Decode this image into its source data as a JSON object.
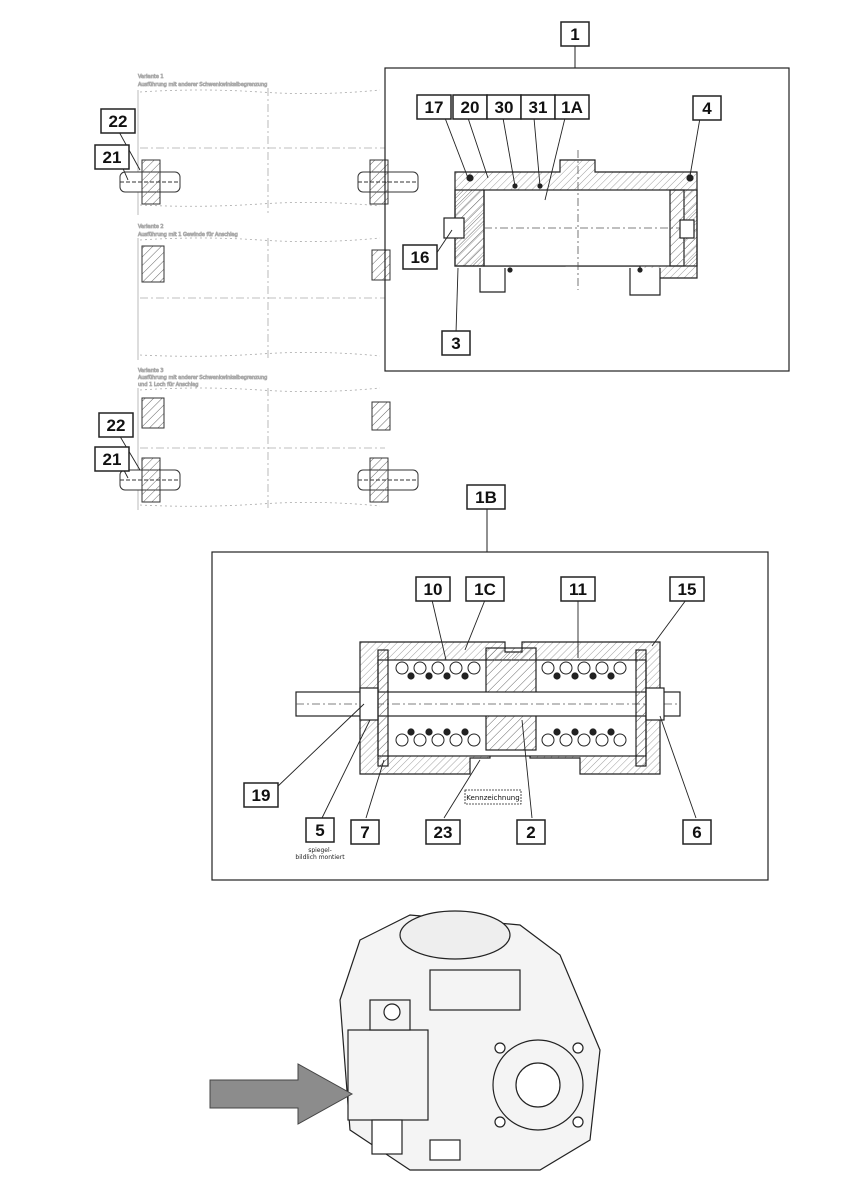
{
  "callouts": {
    "c1": "1",
    "c17": "17",
    "c20": "20",
    "c30": "30",
    "c31": "31",
    "c1A": "1A",
    "c4": "4",
    "c16": "16",
    "c3": "3",
    "c22a": "22",
    "c21a": "21",
    "c22b": "22",
    "c21b": "21",
    "c1B": "1B",
    "c10": "10",
    "c1C": "1C",
    "c11": "11",
    "c15": "15",
    "c19": "19",
    "c5": "5",
    "c7": "7",
    "c23": "23",
    "c2": "2",
    "c6": "6"
  },
  "variants": {
    "v1_title": "Variante 1",
    "v1_note": "Ausführung mit anderer Schwenkwinkelbegrenzung",
    "v2_title": "Variante 2",
    "v2_note": "Ausführung mit 1 Gewinde für Anschlag",
    "v3_title": "Variante 3",
    "v3_note": "Ausführung mit anderer Schwenkwinkelbegrenzung",
    "v3_note2": "und 1 Loch für Anschlag"
  },
  "notes": {
    "kennzeichnung": "Kennzeichnung",
    "spiegel_1": "spiegel-",
    "spiegel_2": "bildlich montiert"
  },
  "colors": {
    "line": "#222222",
    "hatch": "#555555",
    "arrow_fill": "#8c8c8c",
    "pump_body": "#f4f4f4"
  }
}
